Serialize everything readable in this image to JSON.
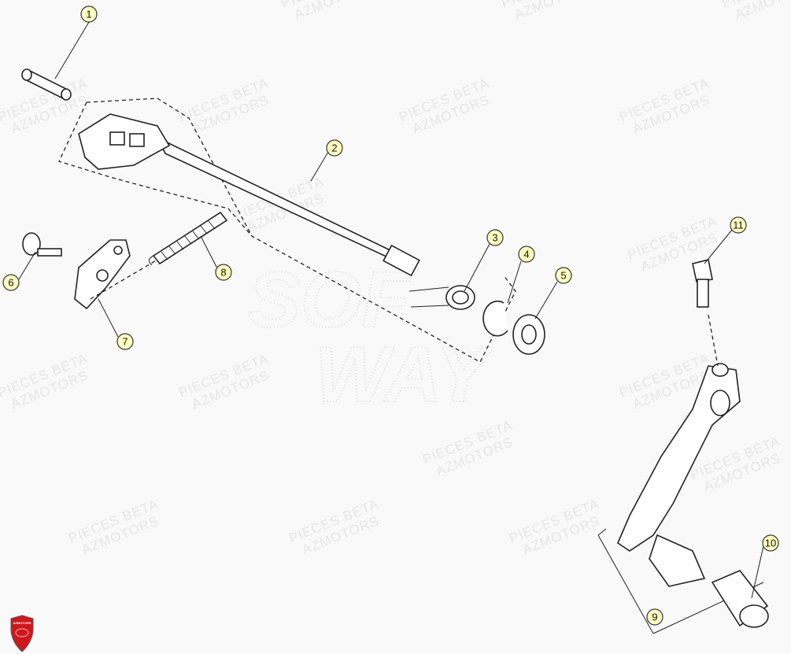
{
  "diagram": {
    "callouts": [
      "1",
      "2",
      "3",
      "4",
      "5",
      "6",
      "7",
      "8",
      "9",
      "10",
      "11"
    ],
    "watermark": {
      "line1": "PIECES BETA",
      "line2": "AZMOTORS",
      "big1": "SOF",
      "big2": "WAY"
    },
    "logo": {
      "text": "AZMOTORS",
      "color": "#d0161b"
    },
    "callout_fill": "#ffffc0"
  }
}
